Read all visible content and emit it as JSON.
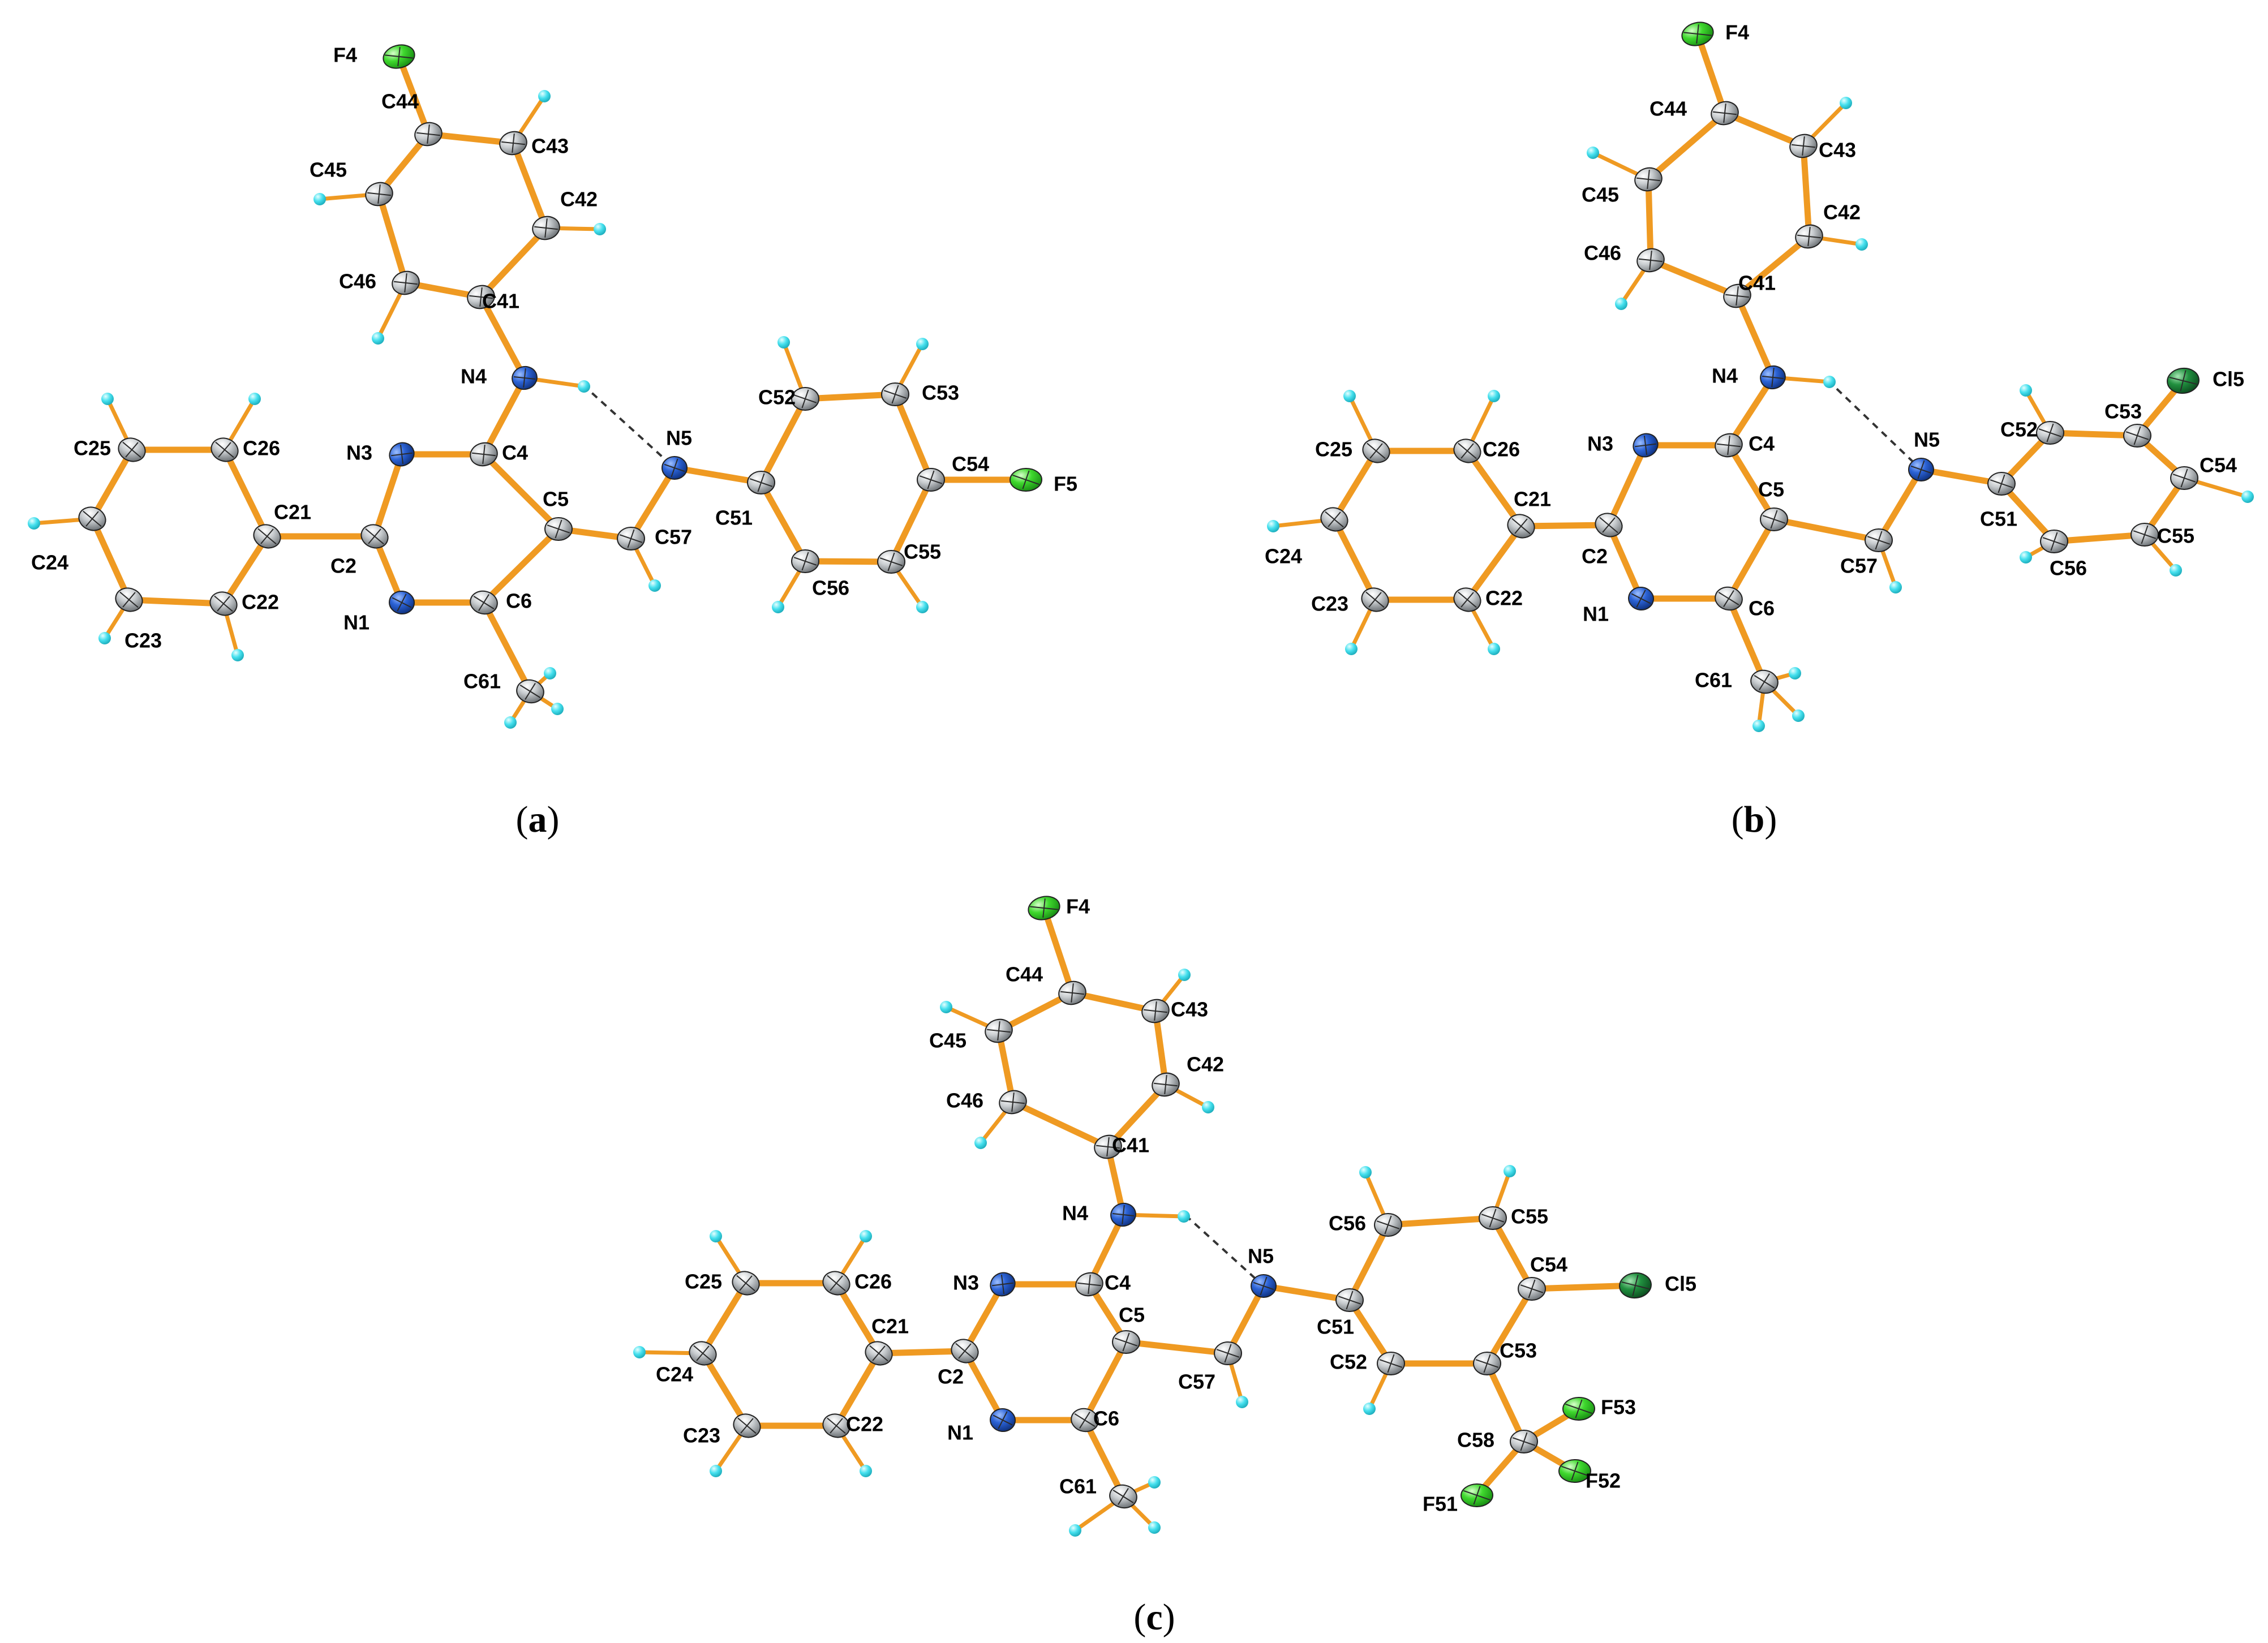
{
  "colors": {
    "bond": "#ef9a22",
    "carbon": "#aab0b4",
    "nitrogen": "#2457c8",
    "fluorine": "#3bd22c",
    "chlorine": "#1f8a3b",
    "hydrogen": "#45e0ee",
    "hbond": "#333333"
  },
  "icons": {
    "carbon": "gray-ellipsoid-atom",
    "nitrogen": "blue-ellipsoid-atom",
    "fluorine": "green-ellipsoid-atom",
    "chlorine": "dark-green-ellipsoid-atom",
    "hydrogen": "cyan-sphere-atom",
    "hbond": "dashed-hydrogen-bond-line"
  },
  "panels": [
    {
      "id": "a",
      "caption": {
        "open": "(",
        "letter": "a",
        "close": ")"
      },
      "atoms": [
        {
          "label": "F4",
          "el": "F"
        },
        {
          "label": "C44",
          "el": "C"
        },
        {
          "label": "C43",
          "el": "C"
        },
        {
          "label": "C45",
          "el": "C"
        },
        {
          "label": "C42",
          "el": "C"
        },
        {
          "label": "C46",
          "el": "C"
        },
        {
          "label": "C41",
          "el": "C"
        },
        {
          "label": "N4",
          "el": "N"
        },
        {
          "label": "C52",
          "el": "C"
        },
        {
          "label": "C53",
          "el": "C"
        },
        {
          "label": "C25",
          "el": "C"
        },
        {
          "label": "C26",
          "el": "C"
        },
        {
          "label": "N3",
          "el": "N"
        },
        {
          "label": "C4",
          "el": "C"
        },
        {
          "label": "N5",
          "el": "N"
        },
        {
          "label": "C54",
          "el": "C"
        },
        {
          "label": "F5",
          "el": "F"
        },
        {
          "label": "C21",
          "el": "C"
        },
        {
          "label": "C5",
          "el": "C"
        },
        {
          "label": "C51",
          "el": "C"
        },
        {
          "label": "C24",
          "el": "C"
        },
        {
          "label": "C2",
          "el": "C"
        },
        {
          "label": "C57",
          "el": "C"
        },
        {
          "label": "C55",
          "el": "C"
        },
        {
          "label": "C22",
          "el": "C"
        },
        {
          "label": "C56",
          "el": "C"
        },
        {
          "label": "N1",
          "el": "N"
        },
        {
          "label": "C6",
          "el": "C"
        },
        {
          "label": "C23",
          "el": "C"
        },
        {
          "label": "C61",
          "el": "C"
        }
      ]
    },
    {
      "id": "b",
      "caption": {
        "open": "(",
        "letter": "b",
        "close": ")"
      },
      "atoms": [
        {
          "label": "F4",
          "el": "F"
        },
        {
          "label": "C44",
          "el": "C"
        },
        {
          "label": "C43",
          "el": "C"
        },
        {
          "label": "C45",
          "el": "C"
        },
        {
          "label": "C42",
          "el": "C"
        },
        {
          "label": "C46",
          "el": "C"
        },
        {
          "label": "C41",
          "el": "C"
        },
        {
          "label": "N4",
          "el": "N"
        },
        {
          "label": "Cl5",
          "el": "Cl"
        },
        {
          "label": "C52",
          "el": "C"
        },
        {
          "label": "C53",
          "el": "C"
        },
        {
          "label": "C25",
          "el": "C"
        },
        {
          "label": "C26",
          "el": "C"
        },
        {
          "label": "N3",
          "el": "N"
        },
        {
          "label": "C4",
          "el": "C"
        },
        {
          "label": "N5",
          "el": "N"
        },
        {
          "label": "C54",
          "el": "C"
        },
        {
          "label": "C21",
          "el": "C"
        },
        {
          "label": "C5",
          "el": "C"
        },
        {
          "label": "C51",
          "el": "C"
        },
        {
          "label": "C24",
          "el": "C"
        },
        {
          "label": "C2",
          "el": "C"
        },
        {
          "label": "C57",
          "el": "C"
        },
        {
          "label": "C56",
          "el": "C"
        },
        {
          "label": "C55",
          "el": "C"
        },
        {
          "label": "C23",
          "el": "C"
        },
        {
          "label": "C22",
          "el": "C"
        },
        {
          "label": "N1",
          "el": "N"
        },
        {
          "label": "C6",
          "el": "C"
        },
        {
          "label": "C61",
          "el": "C"
        }
      ]
    },
    {
      "id": "c",
      "caption": {
        "open": "(",
        "letter": "c",
        "close": ")"
      },
      "atoms": [
        {
          "label": "F4",
          "el": "F"
        },
        {
          "label": "C44",
          "el": "C"
        },
        {
          "label": "C43",
          "el": "C"
        },
        {
          "label": "C45",
          "el": "C"
        },
        {
          "label": "C42",
          "el": "C"
        },
        {
          "label": "C46",
          "el": "C"
        },
        {
          "label": "C41",
          "el": "C"
        },
        {
          "label": "N4",
          "el": "N"
        },
        {
          "label": "N5",
          "el": "N"
        },
        {
          "label": "C56",
          "el": "C"
        },
        {
          "label": "C55",
          "el": "C"
        },
        {
          "label": "C25",
          "el": "C"
        },
        {
          "label": "C26",
          "el": "C"
        },
        {
          "label": "N3",
          "el": "N"
        },
        {
          "label": "C4",
          "el": "C"
        },
        {
          "label": "C54",
          "el": "C"
        },
        {
          "label": "Cl5",
          "el": "Cl"
        },
        {
          "label": "C21",
          "el": "C"
        },
        {
          "label": "C5",
          "el": "C"
        },
        {
          "label": "C51",
          "el": "C"
        },
        {
          "label": "C24",
          "el": "C"
        },
        {
          "label": "C2",
          "el": "C"
        },
        {
          "label": "C57",
          "el": "C"
        },
        {
          "label": "C52",
          "el": "C"
        },
        {
          "label": "C53",
          "el": "C"
        },
        {
          "label": "F53",
          "el": "F"
        },
        {
          "label": "C23",
          "el": "C"
        },
        {
          "label": "C22",
          "el": "C"
        },
        {
          "label": "N1",
          "el": "N"
        },
        {
          "label": "C6",
          "el": "C"
        },
        {
          "label": "C58",
          "el": "C"
        },
        {
          "label": "F52",
          "el": "F"
        },
        {
          "label": "F51",
          "el": "F"
        },
        {
          "label": "C61",
          "el": "C"
        }
      ]
    }
  ]
}
